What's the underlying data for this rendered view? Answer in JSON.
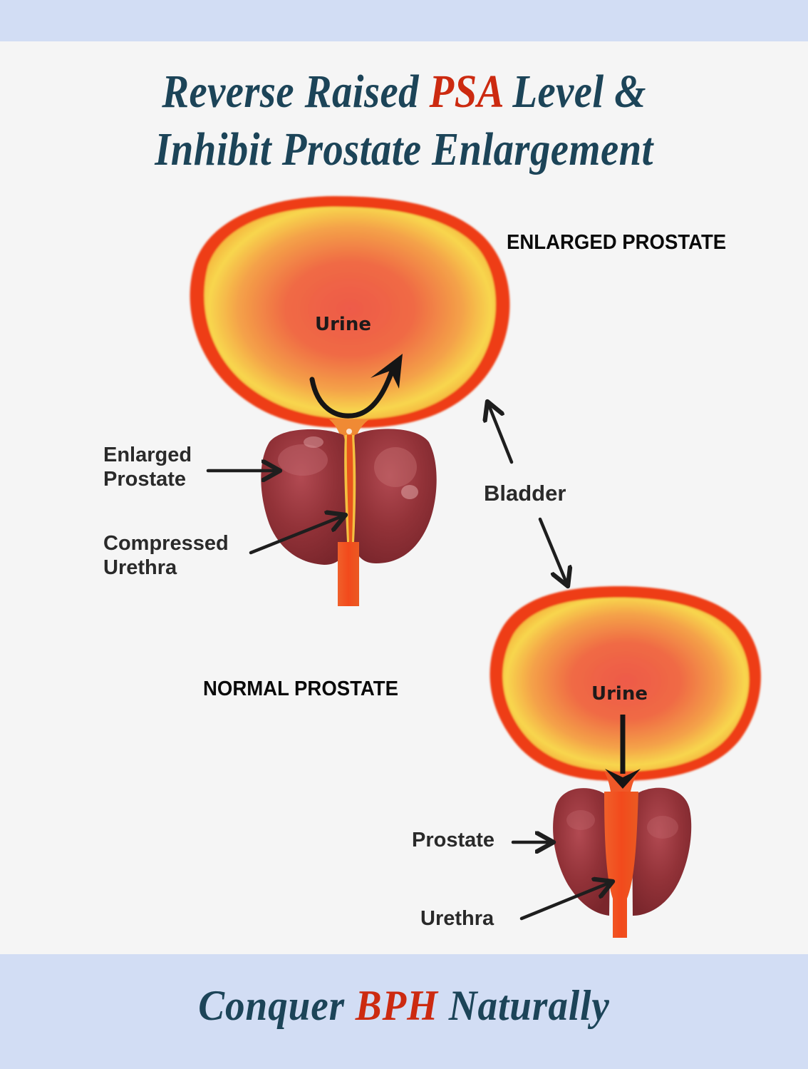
{
  "headline": {
    "line1_before": "Reverse Raised ",
    "line1_accent": "PSA",
    "line1_after": " Level &",
    "line2": "Inhibit Prostate Enlargement"
  },
  "footer": {
    "before": "Conquer ",
    "accent": "BPH",
    "after": " Naturally"
  },
  "enlarged_section": {
    "title": "ENLARGED PROSTATE",
    "urine_label": "Urine",
    "prostate_label_line1": "Enlarged",
    "prostate_label_line2": "Prostate",
    "urethra_label_line1": "Compressed",
    "urethra_label_line2": "Urethra"
  },
  "shared": {
    "bladder_label": "Bladder"
  },
  "normal_section": {
    "title": "NORMAL PROSTATE",
    "urine_label": "Urine",
    "prostate_label": "Prostate",
    "urethra_label": "Urethra"
  },
  "colors": {
    "band": "#d2ddf4",
    "background": "#f5f5f5",
    "headline": "#1c4458",
    "accent": "#cc2a10",
    "bladder_wall": "#ee3d12",
    "prostate": "#8e3036"
  }
}
